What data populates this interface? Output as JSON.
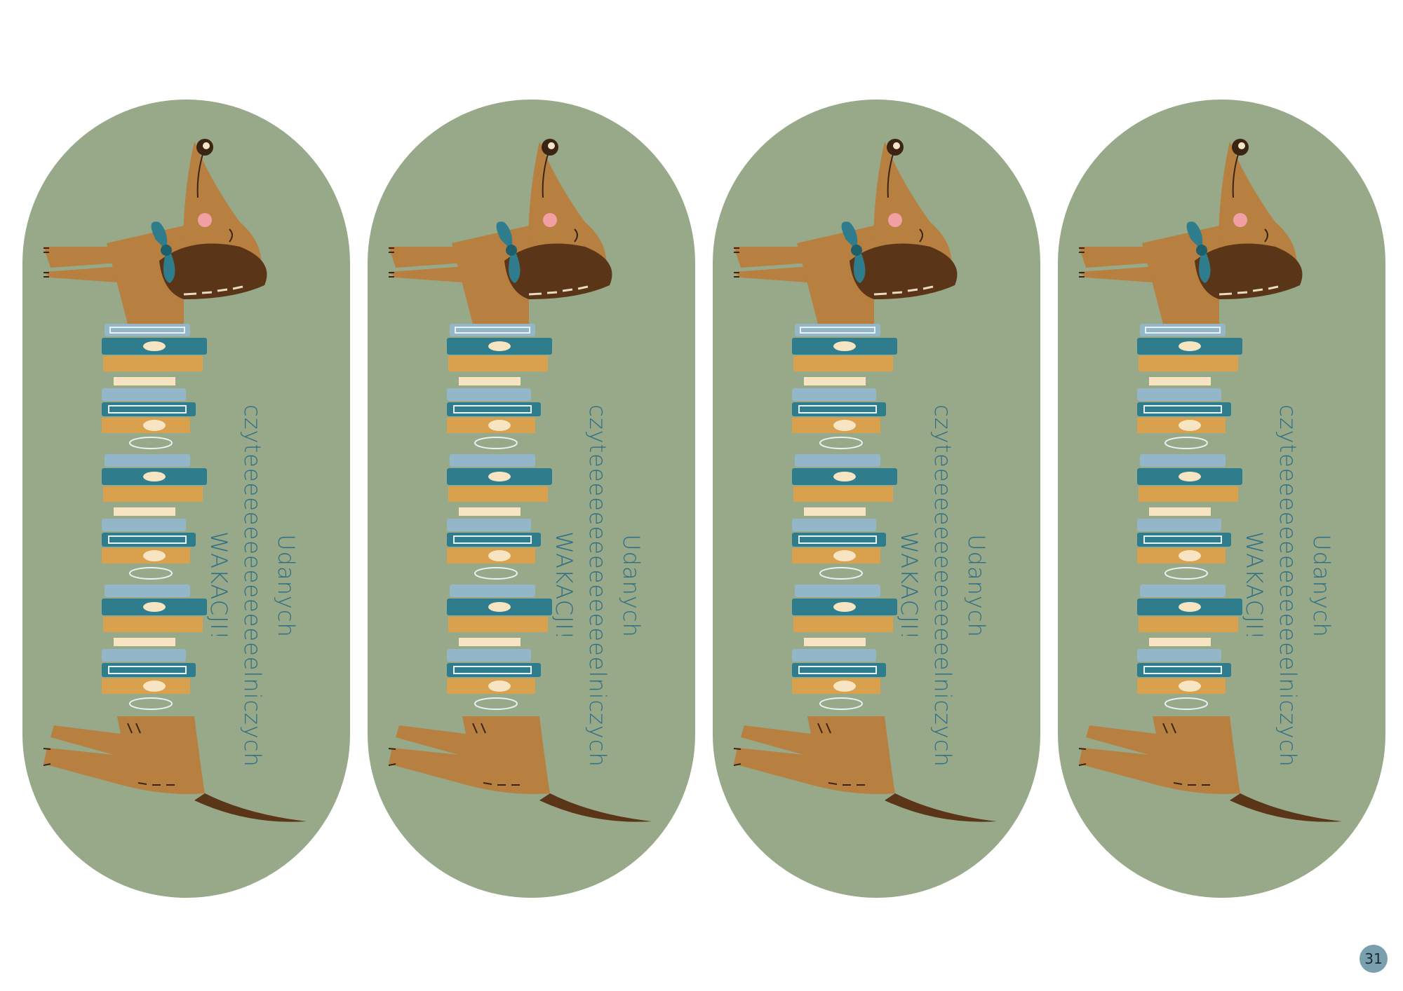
{
  "bookmarks": [
    {
      "id": 1
    },
    {
      "id": 2
    },
    {
      "id": 3
    },
    {
      "id": 4
    }
  ],
  "caption": {
    "line1": "Udanych",
    "line2": "czyteeeeeeeeeeeeeeelniczych",
    "line3": "WAKACJI!"
  },
  "page_number": "31",
  "colors": {
    "bookmark_green": "#97a988",
    "dog_brown": "#b77f40",
    "ear_dark": "#5b3518",
    "bow_teal": "#2f7d8c",
    "book_teal": "#2f7d8c",
    "book_light_blue": "#93b6c9",
    "book_mustard": "#d9a04d",
    "text_blue": "#2f6e86"
  },
  "icons": [
    "dachshund-head-icon",
    "bow-tie-icon",
    "book-stack-icon",
    "dachshund-legs-icon"
  ]
}
